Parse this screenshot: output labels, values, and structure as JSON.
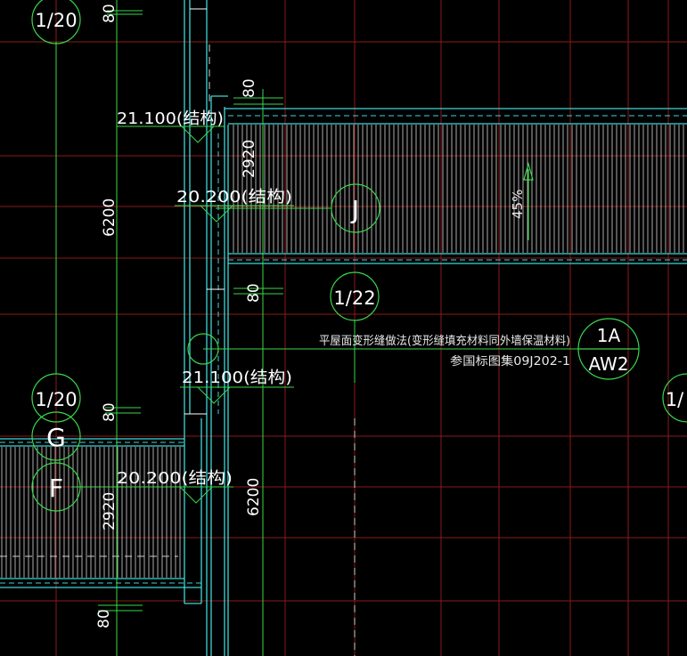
{
  "colors": {
    "background": "#000000",
    "grid_red": "#8b1a1a",
    "wall_cyan": "#3fd6d6",
    "hatch_white": "#d8d8d8",
    "dim_green": "#39d84a",
    "text_white": "#ffffff",
    "text_light": "#e8e8e8"
  },
  "axis_labels": {
    "a1": "1/20",
    "a2": "1/20",
    "g": "G",
    "f": "F",
    "j": "J",
    "a122": "1/22",
    "ref_top": "1A",
    "ref_bottom": "AW2",
    "edge": "1/"
  },
  "elevations": {
    "e1": "21.100(结构)",
    "e2": "20.200(结构)",
    "e3": "21.100(结构)",
    "e4": "20.200(结构)"
  },
  "dimensions": {
    "d1": "80",
    "d2": "80",
    "d3": "2920",
    "d4": "6200",
    "d5": "80",
    "d6": "80",
    "d7": "2920",
    "d8": "6200",
    "d9": "80"
  },
  "annotations": {
    "slope": "45%",
    "note_line1": "平屋面变形缝做法(变形缝填充材料同外墙保温材料)",
    "note_line2": "参国标图集09J202-1"
  }
}
